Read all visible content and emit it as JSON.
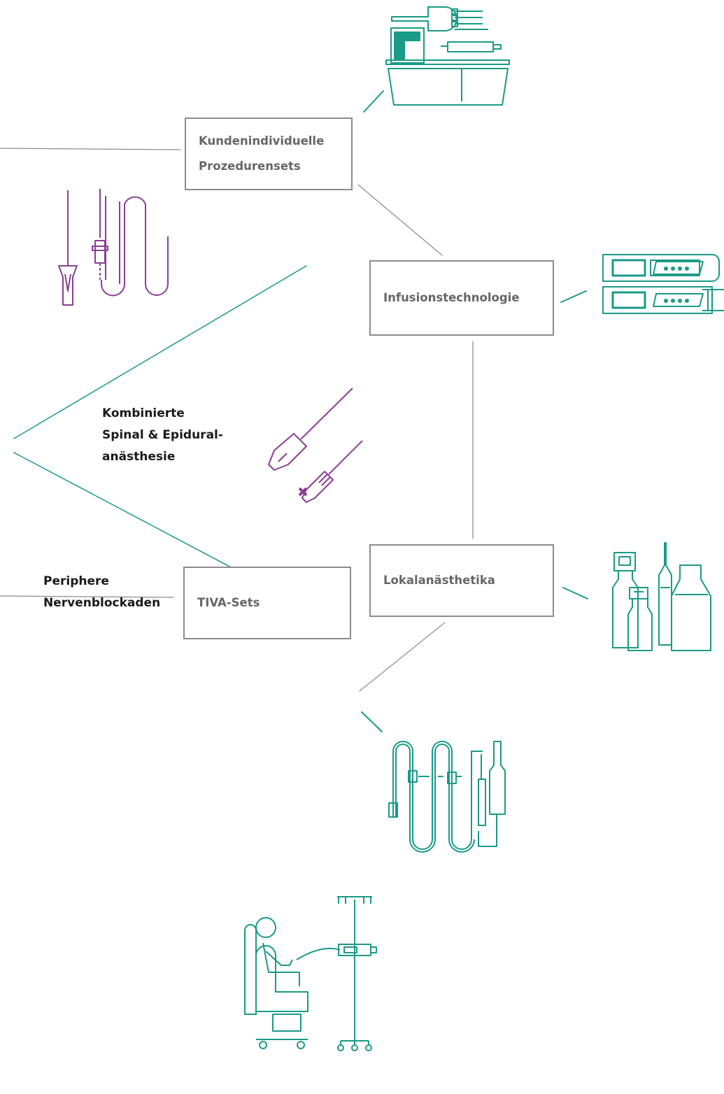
{
  "colors": {
    "teal": "#1a9a87",
    "purple": "#8a3f94",
    "gray": "#8c8c8c",
    "box_text": "#666666",
    "label_text": "#1a1a1a"
  },
  "nodes": {
    "procedure_sets": {
      "line1": "Kundenindividuelle",
      "line2": "Prozedurensets"
    },
    "infusion": {
      "label": "Infusionstechnologie"
    },
    "local_anesthetics": {
      "label": "Lokalanästhetika"
    },
    "tiva": {
      "label": "TIVA-Sets"
    }
  },
  "labels": {
    "combined": {
      "line1": "Kombinierte",
      "line2": "Spinal & Epidural-",
      "line3": "anästhesie"
    },
    "peripheral": {
      "line1": "Periphere",
      "line2": "Nervenblockaden"
    }
  },
  "icons": [
    "procedure-tray-icon",
    "epidural-catheter-icon",
    "infusion-pump-icon",
    "cse-needles-icon",
    "anesthetic-vials-icon",
    "tiva-set-tubing-icon",
    "patient-infusion-icon"
  ]
}
